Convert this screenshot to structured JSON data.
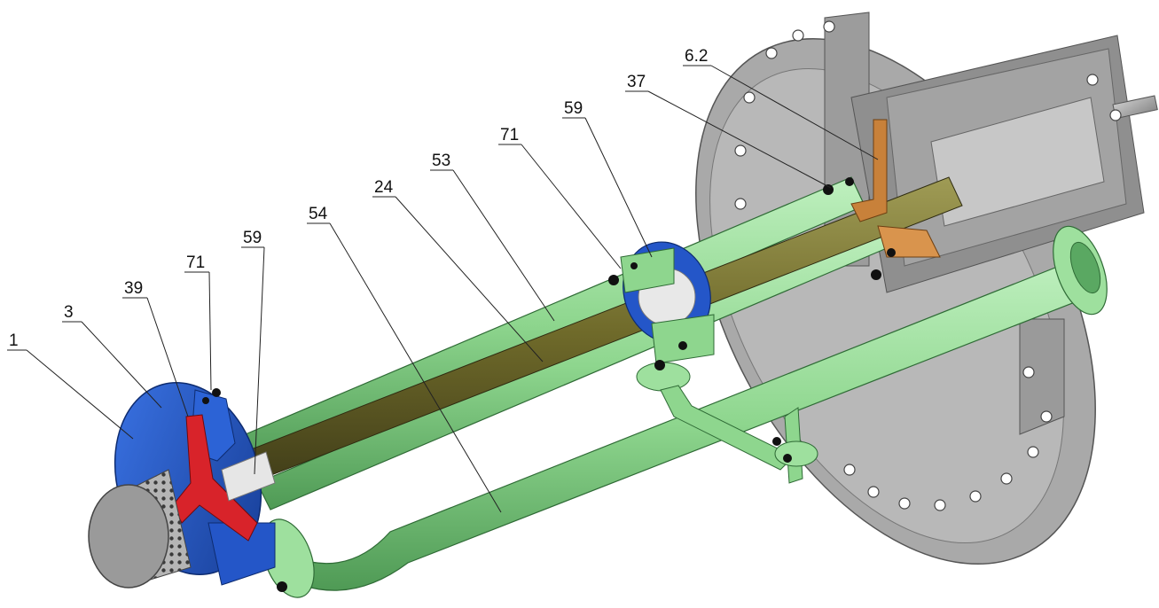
{
  "callouts": [
    {
      "id": "c1",
      "label": "1"
    },
    {
      "id": "c3",
      "label": "3"
    },
    {
      "id": "c39",
      "label": "39"
    },
    {
      "id": "c71a",
      "label": "71"
    },
    {
      "id": "c59a",
      "label": "59"
    },
    {
      "id": "c54",
      "label": "54"
    },
    {
      "id": "c24",
      "label": "24"
    },
    {
      "id": "c53",
      "label": "53"
    },
    {
      "id": "c71b",
      "label": "71"
    },
    {
      "id": "c59b",
      "label": "59"
    },
    {
      "id": "c37",
      "label": "37"
    },
    {
      "id": "c62",
      "label": "6.2"
    }
  ],
  "colors": {
    "casing": "#2456c8",
    "impeller": "#d8232a",
    "column_pipe": "#8ed68e",
    "shaft": "#6f6a2a",
    "bearing": "#d9d9d9",
    "bracket": "#c8813a",
    "mounting_plate": "#a9a9a9",
    "strainer": "#8c8c8c"
  }
}
